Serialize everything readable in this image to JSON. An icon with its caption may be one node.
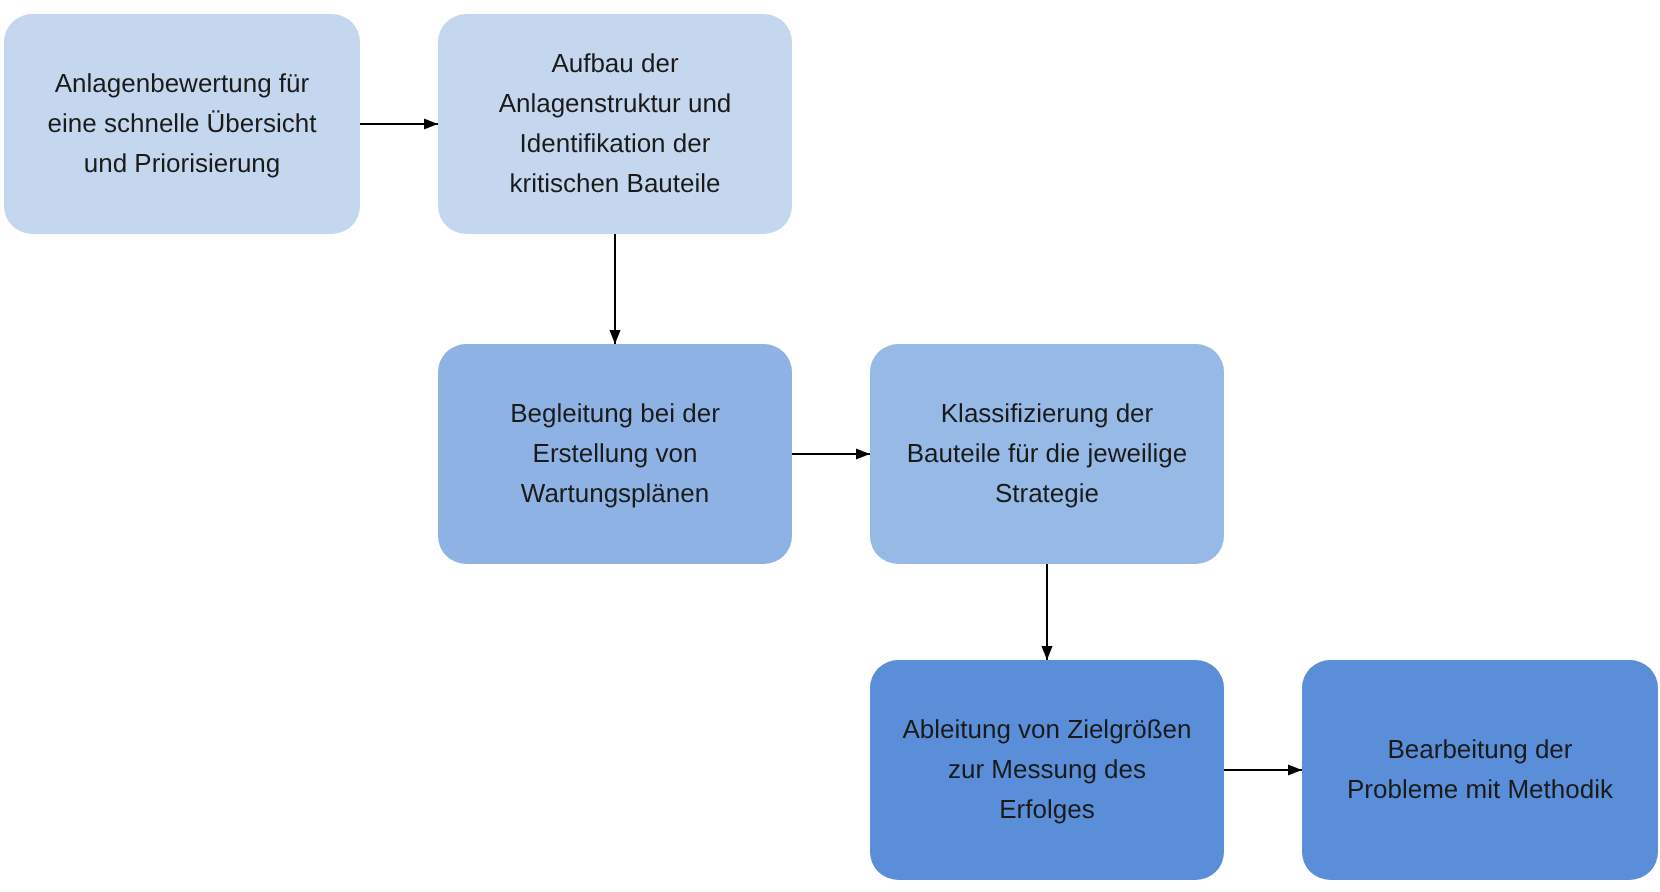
{
  "diagram": {
    "nodes": [
      {
        "text": [
          "Anlagenbewertung für eine schnelle Übersicht und Priorisierung"
        ]
      },
      {
        "text": [
          "Aufbau der Anlagenstruktur und Identifikation der kritischen Bauteile"
        ]
      },
      {
        "text": [
          "Begleitung bei der Erstellung von Wartungsplänen"
        ]
      },
      {
        "text": [
          "Klassifizierung der Bauteile für die jeweilige Strategie"
        ]
      },
      {
        "text": [
          "Ableitung von Zielgrößen zur Messung des Erfolges"
        ]
      },
      {
        "text": [
          "Bearbeitung der Probleme mit Methodik"
        ]
      }
    ],
    "edges": [
      {
        "from": 0,
        "to": 1,
        "arrow": "to"
      },
      {
        "from": 1,
        "to": 2,
        "arrow": "to"
      },
      {
        "from": 2,
        "to": 3,
        "arrow": "to"
      },
      {
        "from": 3,
        "to": 4,
        "arrow": "to"
      },
      {
        "from": 4,
        "to": 5,
        "arrow": "to"
      }
    ]
  }
}
